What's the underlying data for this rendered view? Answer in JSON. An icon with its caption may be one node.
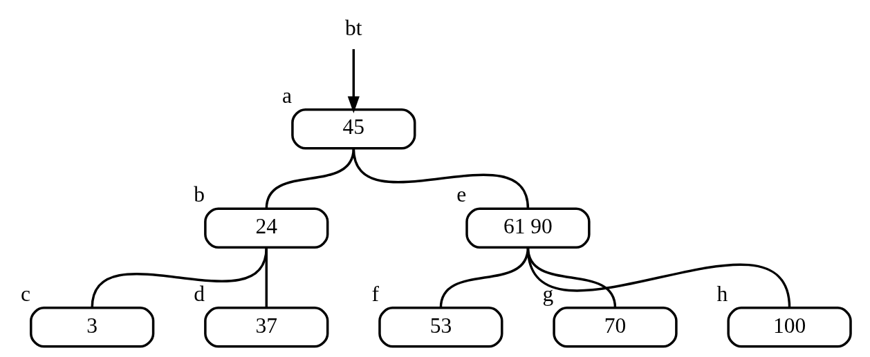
{
  "diagram": {
    "nodes": [
      {
        "text": [
          "bt"
        ]
      },
      {
        "text": [
          "45"
        ],
        "beside": [
          "a"
        ]
      },
      {
        "text": [
          "24"
        ],
        "beside": [
          "b"
        ]
      },
      {
        "text": [
          "61 90"
        ],
        "beside": [
          "e"
        ]
      },
      {
        "text": [
          "3"
        ],
        "beside": [
          "c"
        ]
      },
      {
        "text": [
          "37"
        ],
        "beside": [
          "d"
        ]
      },
      {
        "text": [
          "53"
        ],
        "beside": [
          "f"
        ]
      },
      {
        "text": [
          "70"
        ],
        "beside": [
          "g"
        ]
      },
      {
        "text": [
          "100"
        ],
        "beside": [
          "h"
        ]
      }
    ],
    "edges": [
      {
        "from": 0,
        "to": 1,
        "arrow": "to"
      },
      {
        "from": 1,
        "to": 2,
        "arrow": "none"
      },
      {
        "from": 1,
        "to": 3,
        "arrow": "none"
      },
      {
        "from": 2,
        "to": 4,
        "arrow": "none"
      },
      {
        "from": 2,
        "to": 5,
        "arrow": "none"
      },
      {
        "from": 3,
        "to": 6,
        "arrow": "none"
      },
      {
        "from": 3,
        "to": 7,
        "arrow": "none"
      },
      {
        "from": 3,
        "to": 8,
        "arrow": "none"
      }
    ]
  }
}
